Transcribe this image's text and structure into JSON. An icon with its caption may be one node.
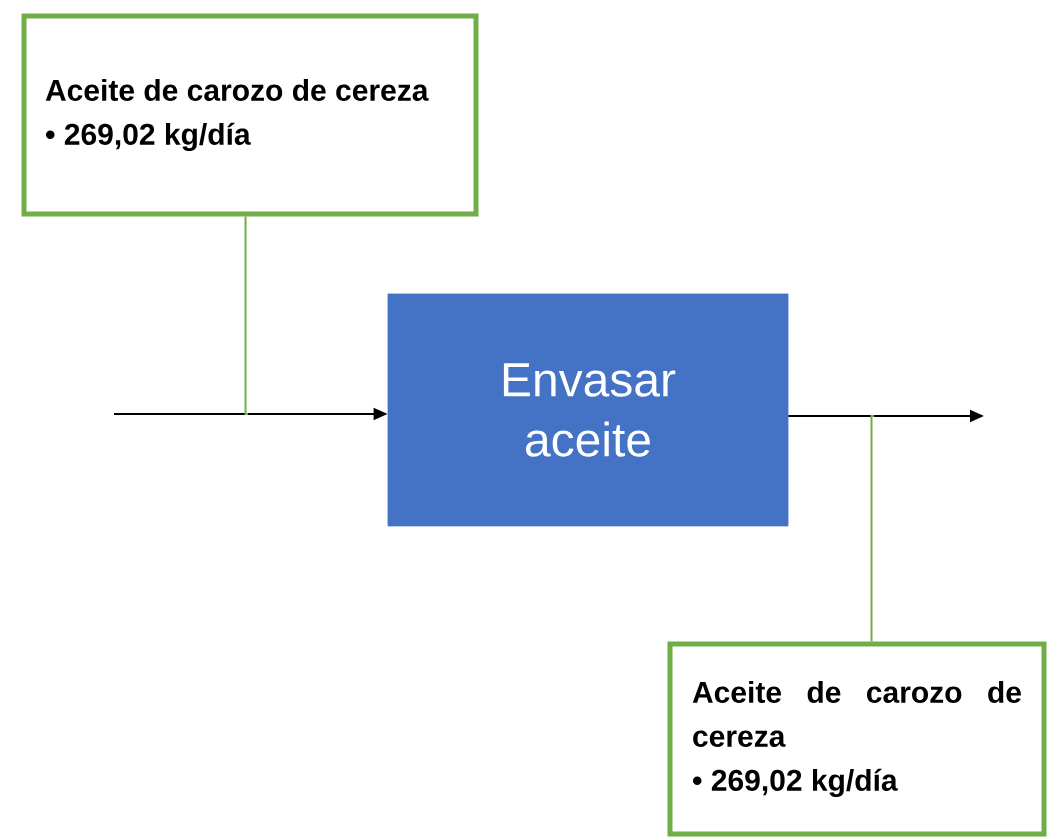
{
  "diagram": {
    "nodes": [
      {
        "text": [
          "Aceite de carozo de cereza",
          "• 269,02 kg/día"
        ]
      },
      {
        "text": [
          "Envasar aceite"
        ]
      },
      {
        "text": [
          "Aceite de carozo de cereza",
          "• 269,02 kg/día"
        ]
      }
    ],
    "edges": [
      {
        "from": null,
        "to": 1,
        "arrow": "to"
      },
      {
        "from": 1,
        "to": null,
        "arrow": "to"
      },
      {
        "from": 0,
        "to": null,
        "arrow": "none",
        "color": "#70ad47"
      },
      {
        "from": 2,
        "to": null,
        "arrow": "none",
        "color": "#70ad47"
      }
    ]
  }
}
